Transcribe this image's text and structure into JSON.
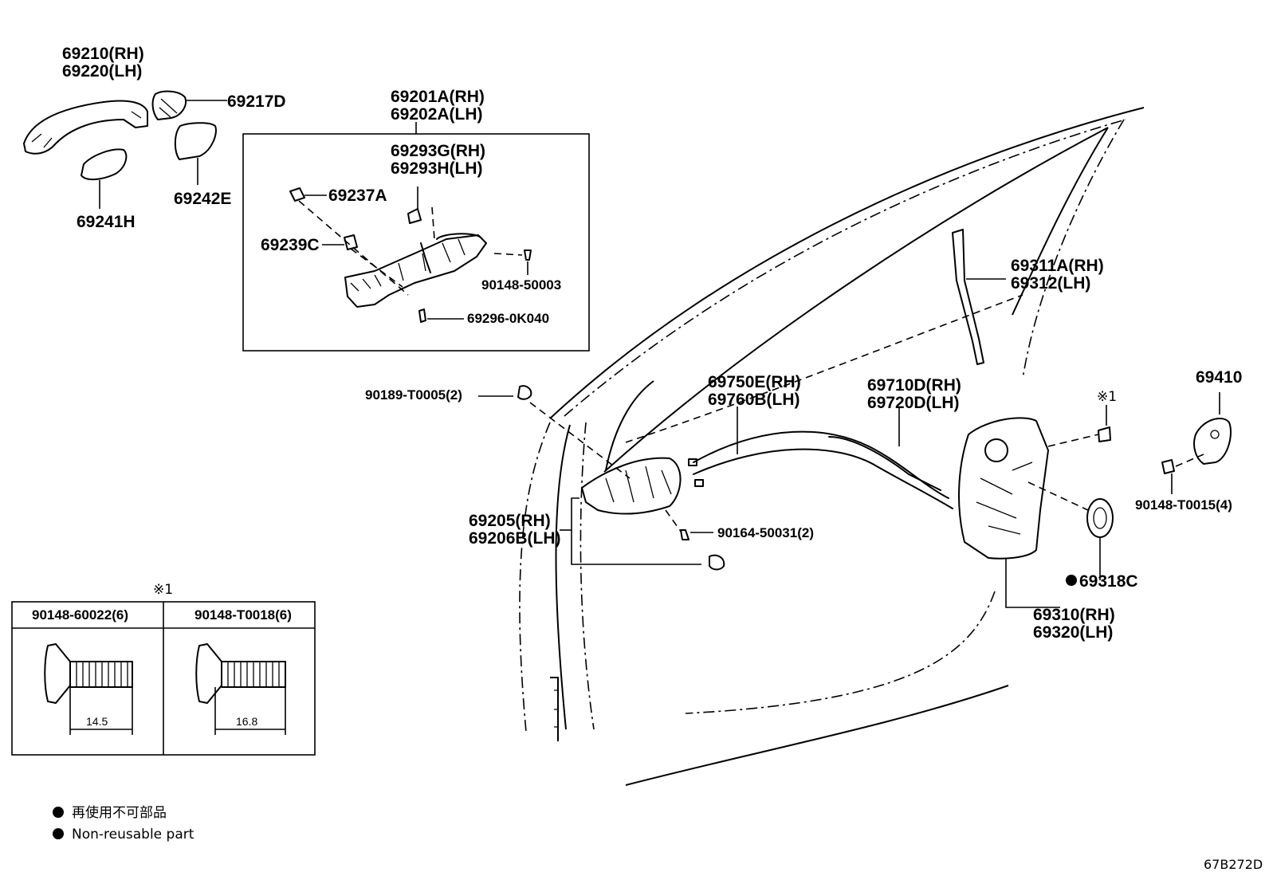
{
  "labels": {
    "handle_rh": "69210(RH)",
    "handle_lh": "69220(LH)",
    "cover_69217d": "69217D",
    "pad_69242e": "69242E",
    "pad_69241h": "69241H",
    "frame_rh": "69201A(RH)",
    "frame_lh": "69202A(LH)",
    "cover_rh": "69293G(RH)",
    "cover_lh": "69293H(LH)",
    "clip_69237a": "69237A",
    "clip_69239c": "69239C",
    "screw_90148_50003": "90148-50003",
    "screw_69296": "69296-0K040",
    "rod_rh": "69311A(RH)",
    "rod_lh": "69312(LH)",
    "striker": "69410",
    "clip_90189": "90189-T0005(2)",
    "cable_rh": "69750E(RH)",
    "cable_lh": "69760B(LH)",
    "cable2_rh": "69710D(RH)",
    "cable2_lh": "69720D(LH)",
    "ref_mark_1": "※1",
    "screw_90148_t0015": "90148-T0015(4)",
    "inside_handle_rh": "69205(RH)",
    "inside_handle_lh": "69206B(LH)",
    "screw_90164": "90164-50031(2)",
    "seal_69318c": "69318C",
    "lock_rh": "69310(RH)",
    "lock_lh": "69320(LH)"
  },
  "screw_table": {
    "ref_mark": "※1",
    "col1_part": "90148-60022(6)",
    "col1_dim": "14.5",
    "col2_part": "90148-T0018(6)",
    "col2_dim": "16.8"
  },
  "legend": {
    "jp": "再使用不可部品",
    "en": "Non-reusable part"
  },
  "diagram_id": "67B272D"
}
